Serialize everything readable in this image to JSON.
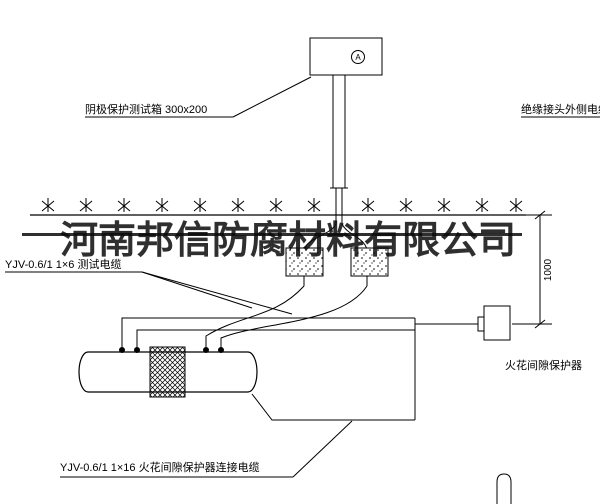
{
  "diagram": {
    "watermark": "河南邦信防腐材料有限公司",
    "test_box": {
      "label": "阴极保护测试箱 300x200",
      "meter": "A"
    },
    "cables": {
      "right_label": "绝缘接头外侧电缆",
      "test_cable_label": "YJV-0.6/1 1×6 测试电缆",
      "bottom_cable_label": "YJV-0.6/1 1×16 火花间隙保护器连接电缆"
    },
    "spark_protector_label": "火花间隙保护器",
    "dimension": "1000",
    "colors": {
      "line": "#000000",
      "background": "#ffffff",
      "watermark": "rgba(10,10,10,0.85)"
    }
  }
}
